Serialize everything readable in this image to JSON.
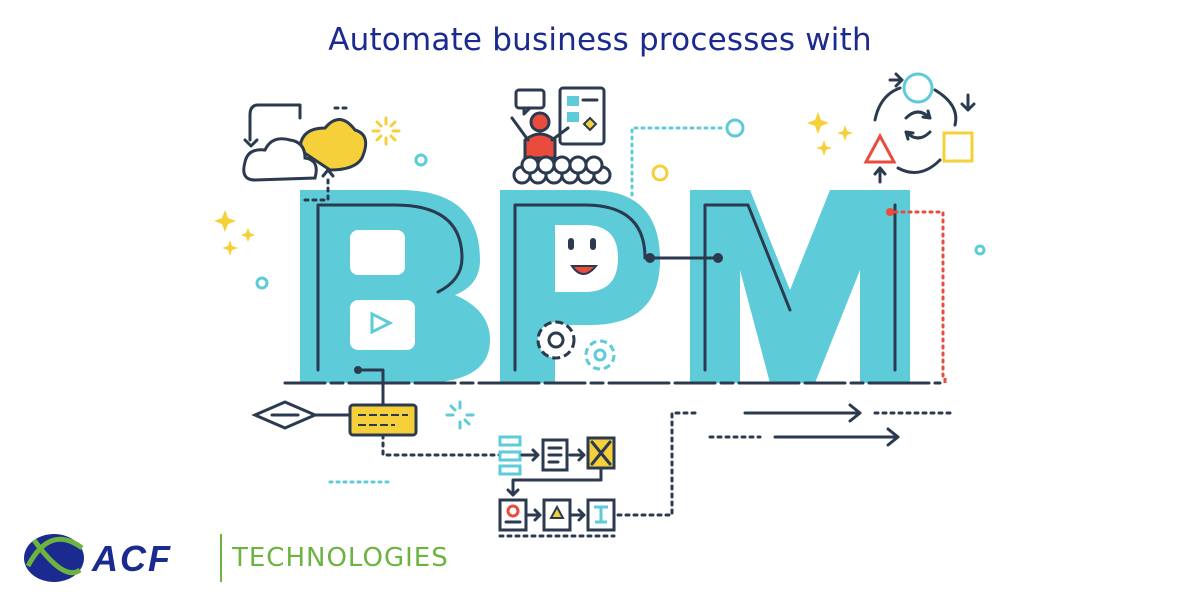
{
  "headline": "Automate business processes with",
  "logo": {
    "brand": "ACF",
    "division": "TECHNOLOGIES"
  },
  "colors": {
    "teal": "#5ecbd9",
    "navy": "#2b3a4f",
    "yellow": "#f5d03a",
    "red": "#e94b3c",
    "brand_blue": "#1b2a8f",
    "brand_green": "#6db33f"
  },
  "illustration": {
    "word": [
      "B",
      "P",
      "M"
    ],
    "icons": [
      "cloud-brain-icon",
      "presenter-icon",
      "cycle-icon",
      "gear-icon",
      "decision-diamond-icon",
      "flowchart-icon",
      "arrow-icon",
      "sparkle-icon"
    ]
  }
}
